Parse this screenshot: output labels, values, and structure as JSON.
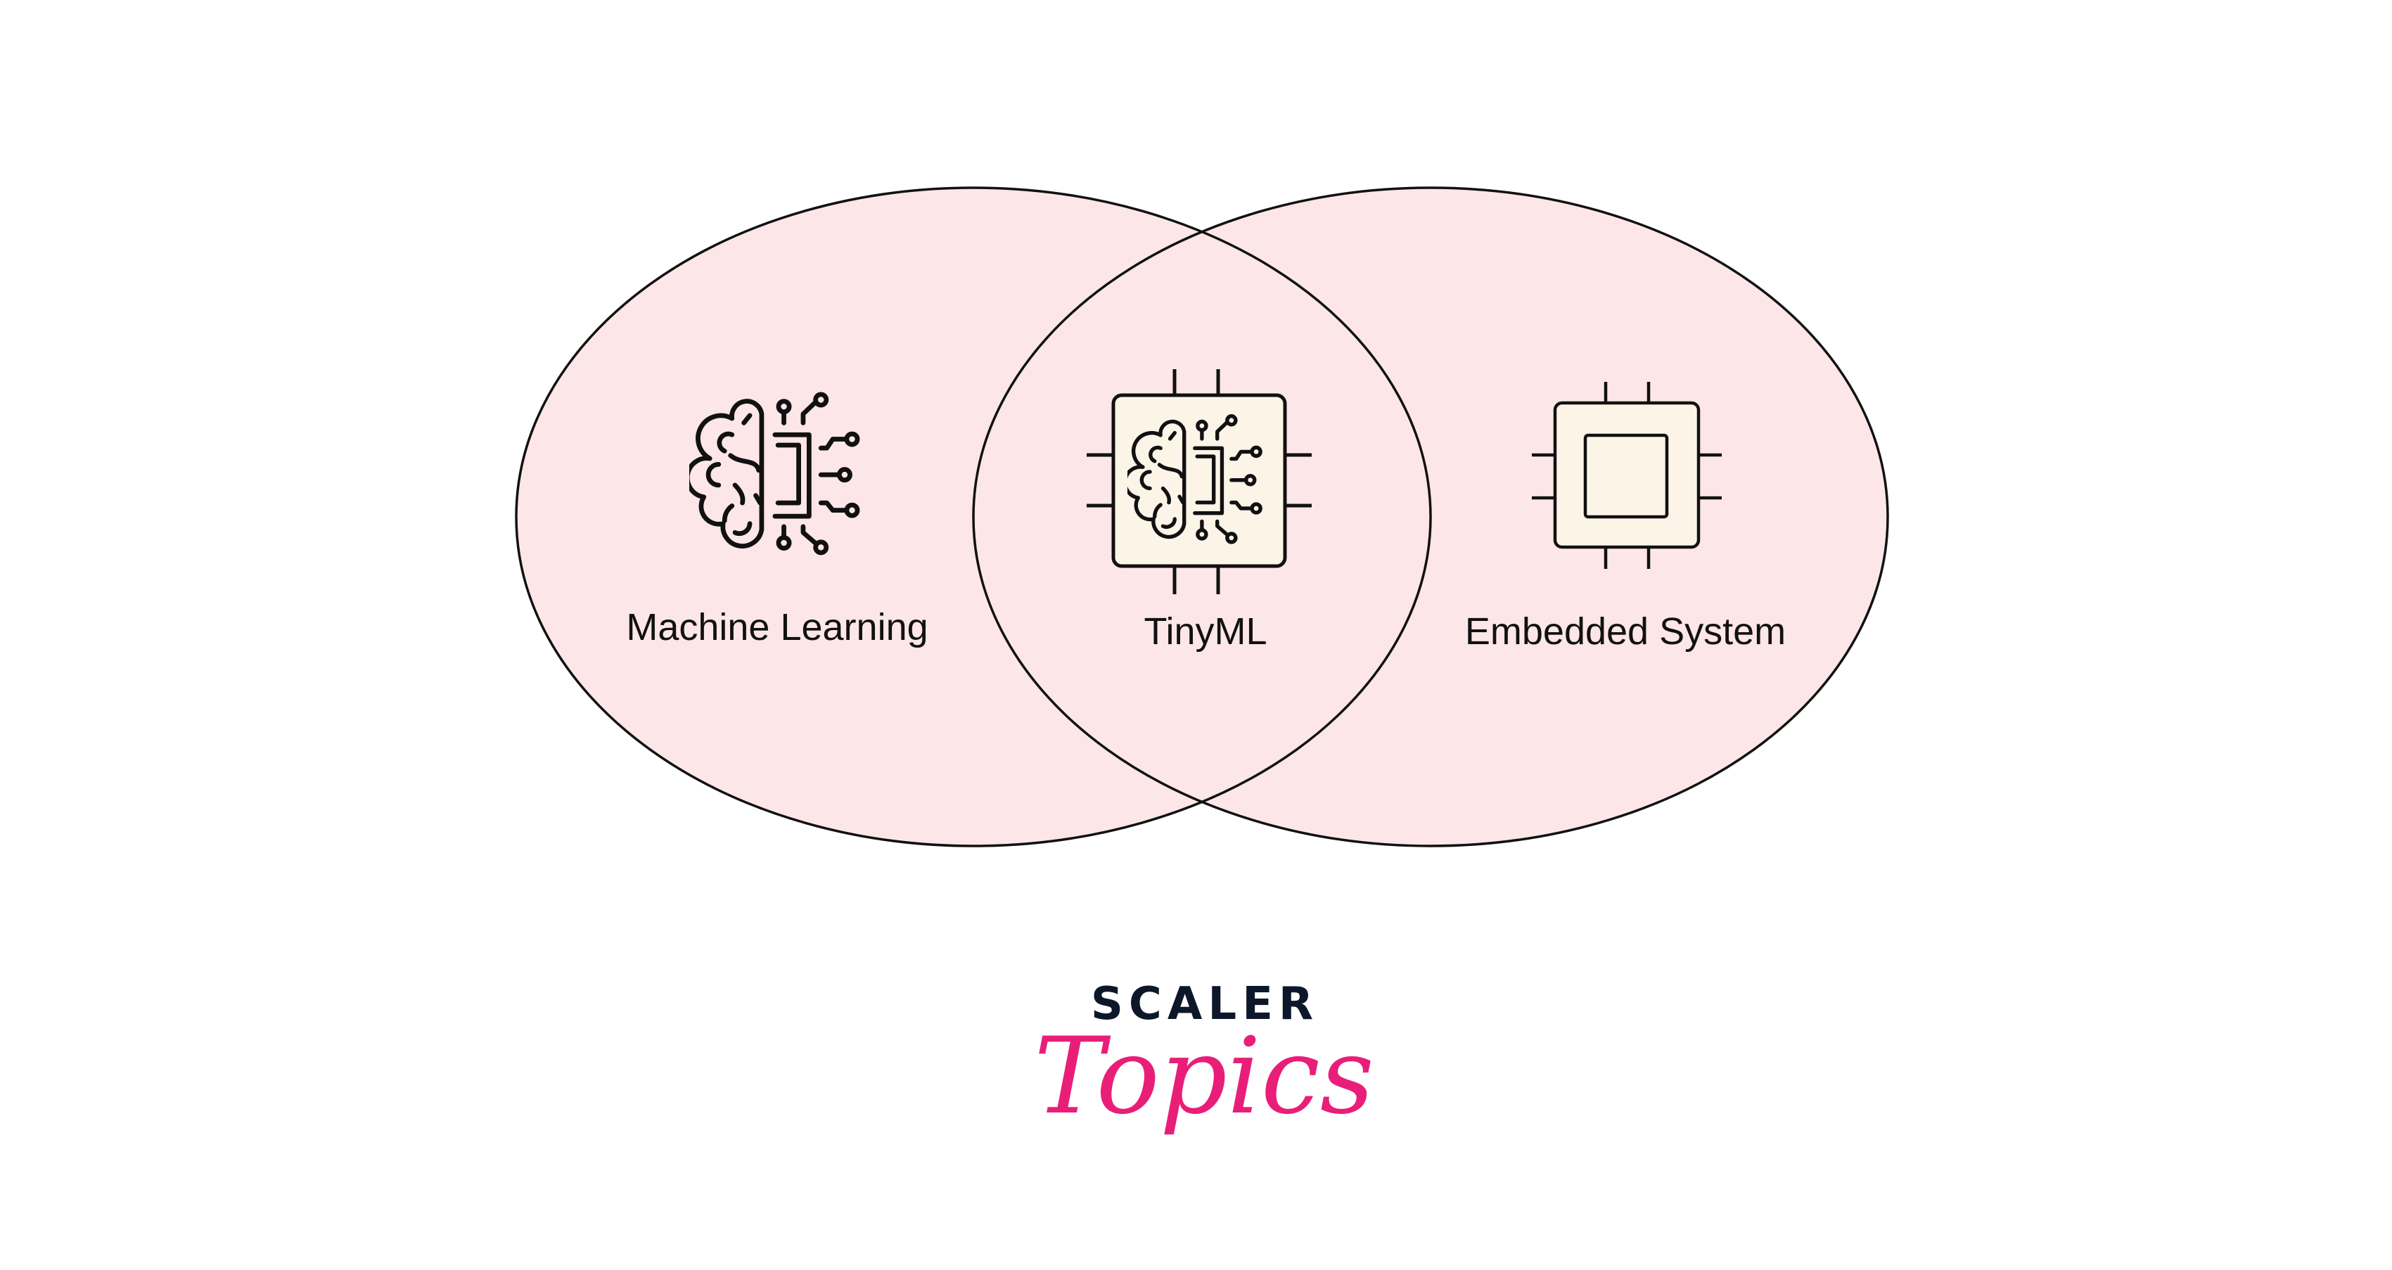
{
  "diagram": {
    "type": "venn",
    "sets": [
      {
        "label": "Machine Learning",
        "icon": "brain-circuit-icon"
      },
      {
        "label": "Embedded System",
        "icon": "microchip-icon"
      }
    ],
    "intersection": {
      "label": "TinyML",
      "icon": "chip-with-brain-icon"
    }
  },
  "logo": {
    "line1": "SCALER",
    "line2": "Topics"
  },
  "colors": {
    "circle_fill": "#fde6e8",
    "chip_fill": "#fdf4e8",
    "stroke": "#111111",
    "logo_dark": "#0c172a",
    "logo_pink": "#e91e78"
  }
}
